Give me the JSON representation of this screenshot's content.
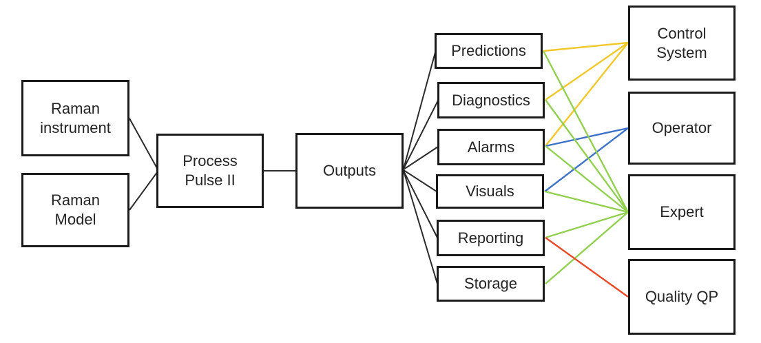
{
  "colors": {
    "background": "#ffffff",
    "box_border": "#1a1a1a",
    "text": "#242424",
    "black_line": "#2b2b2b",
    "yellow": "#f0c828",
    "blue": "#3c73c8",
    "green": "#92d050",
    "red": "#e84a28"
  },
  "diagram": {
    "nodes": {
      "raman_instrument": {
        "label": "Raman instrument",
        "lines": [
          "Raman",
          "instrument"
        ]
      },
      "raman_model": {
        "label": "Raman Model",
        "lines": [
          "Raman",
          "Model"
        ]
      },
      "process_pulse": {
        "label": "Process Pulse II",
        "lines": [
          "Process",
          "Pulse II"
        ]
      },
      "outputs": {
        "label": "Outputs",
        "lines": [
          "Outputs"
        ]
      },
      "predictions": {
        "label": "Predictions",
        "lines": [
          "Predictions"
        ]
      },
      "diagnostics": {
        "label": "Diagnostics",
        "lines": [
          "Diagnostics"
        ]
      },
      "alarms": {
        "label": "Alarms",
        "lines": [
          "Alarms"
        ]
      },
      "visuals": {
        "label": "Visuals",
        "lines": [
          "Visuals"
        ]
      },
      "reporting": {
        "label": "Reporting",
        "lines": [
          "Reporting"
        ]
      },
      "storage": {
        "label": "Storage",
        "lines": [
          "Storage"
        ]
      },
      "control_system": {
        "label": "Control System",
        "lines": [
          "Control",
          "System"
        ]
      },
      "operator": {
        "label": "Operator",
        "lines": [
          "Operator"
        ]
      },
      "expert": {
        "label": "Expert",
        "lines": [
          "Expert"
        ]
      },
      "quality_qp": {
        "label": "Quality QP",
        "lines": [
          "Quality QP"
        ]
      }
    },
    "edges": [
      {
        "from": "Raman instrument",
        "to": "Process Pulse II",
        "color": "black"
      },
      {
        "from": "Raman Model",
        "to": "Process Pulse II",
        "color": "black"
      },
      {
        "from": "Process Pulse II",
        "to": "Outputs",
        "color": "black"
      },
      {
        "from": "Outputs",
        "to": "Predictions",
        "color": "black"
      },
      {
        "from": "Outputs",
        "to": "Diagnostics",
        "color": "black"
      },
      {
        "from": "Outputs",
        "to": "Alarms",
        "color": "black"
      },
      {
        "from": "Outputs",
        "to": "Visuals",
        "color": "black"
      },
      {
        "from": "Outputs",
        "to": "Reporting",
        "color": "black"
      },
      {
        "from": "Outputs",
        "to": "Storage",
        "color": "black"
      },
      {
        "from": "Predictions",
        "to": "Control System",
        "color": "yellow"
      },
      {
        "from": "Diagnostics",
        "to": "Control System",
        "color": "yellow"
      },
      {
        "from": "Alarms",
        "to": "Control System",
        "color": "yellow"
      },
      {
        "from": "Alarms",
        "to": "Operator",
        "color": "blue"
      },
      {
        "from": "Visuals",
        "to": "Operator",
        "color": "blue"
      },
      {
        "from": "Predictions",
        "to": "Expert",
        "color": "green"
      },
      {
        "from": "Diagnostics",
        "to": "Expert",
        "color": "green"
      },
      {
        "from": "Alarms",
        "to": "Expert",
        "color": "green"
      },
      {
        "from": "Visuals",
        "to": "Expert",
        "color": "green"
      },
      {
        "from": "Reporting",
        "to": "Expert",
        "color": "green"
      },
      {
        "from": "Storage",
        "to": "Expert",
        "color": "green"
      },
      {
        "from": "Reporting",
        "to": "Quality QP",
        "color": "red"
      }
    ]
  }
}
